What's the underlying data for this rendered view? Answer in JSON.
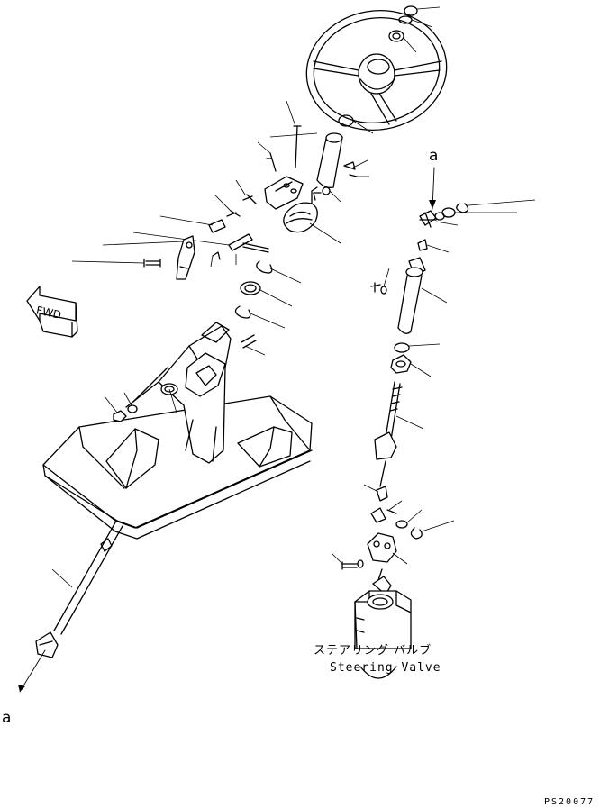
{
  "diagram": {
    "reference_letter": "a",
    "direction_label": "FWD",
    "valve_label_jp": "ステアリング バルブ",
    "valve_label_en": "Steering Valve",
    "drawing_code": "PS20077"
  },
  "colors": {
    "line": "#000000",
    "background": "#ffffff"
  }
}
